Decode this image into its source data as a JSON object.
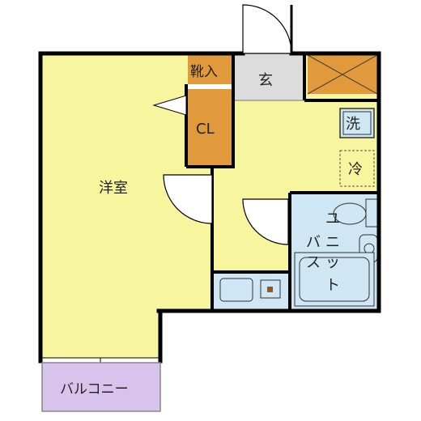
{
  "rooms": {
    "western_room": "洋室",
    "shoe_closet": "靴入",
    "entrance": "玄",
    "closet": "CL",
    "washer": "洗",
    "fridge": "冷",
    "unit_bath": [
      "ユ",
      "バ",
      "ニ",
      "ス",
      "ッ",
      "ト"
    ],
    "balcony": "バルコニー"
  },
  "colors": {
    "room_fill": "#f7f59e",
    "entrance_fill": "#dcdcdc",
    "closet_fill": "#e09a3c",
    "wet_fill": "#cfe6f5",
    "balcony_fill": "#d7c3ec",
    "wall": "#000000"
  }
}
